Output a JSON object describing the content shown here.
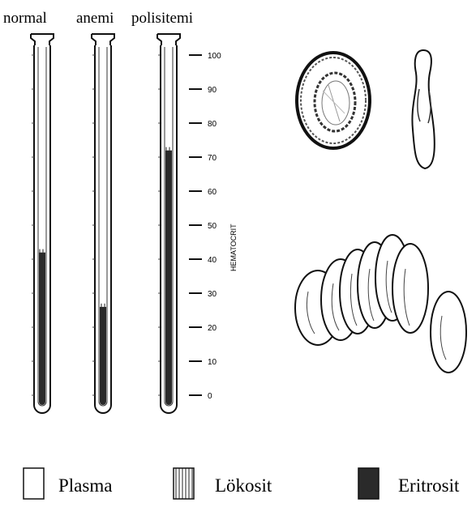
{
  "tubes": [
    {
      "label": "normal",
      "hematocrit": 42
    },
    {
      "label": "anemi",
      "hematocrit": 26
    },
    {
      "label": "polisitemi",
      "hematocrit": 72
    }
  ],
  "scale": {
    "axis_label": "HEMATOCRIT",
    "ticks": [
      "0",
      "10",
      "20",
      "30",
      "40",
      "50",
      "60",
      "70",
      "80",
      "90",
      "100"
    ],
    "range": [
      0,
      100
    ]
  },
  "legend": [
    {
      "key": "plasma",
      "label": "Plasma"
    },
    {
      "key": "lokosit",
      "label": "Lökosit"
    },
    {
      "key": "eritrosit",
      "label": "Eritrosit"
    }
  ],
  "colors": {
    "eritrosit": "#2a2a2a",
    "outline": "#222222",
    "background": "#ffffff"
  }
}
